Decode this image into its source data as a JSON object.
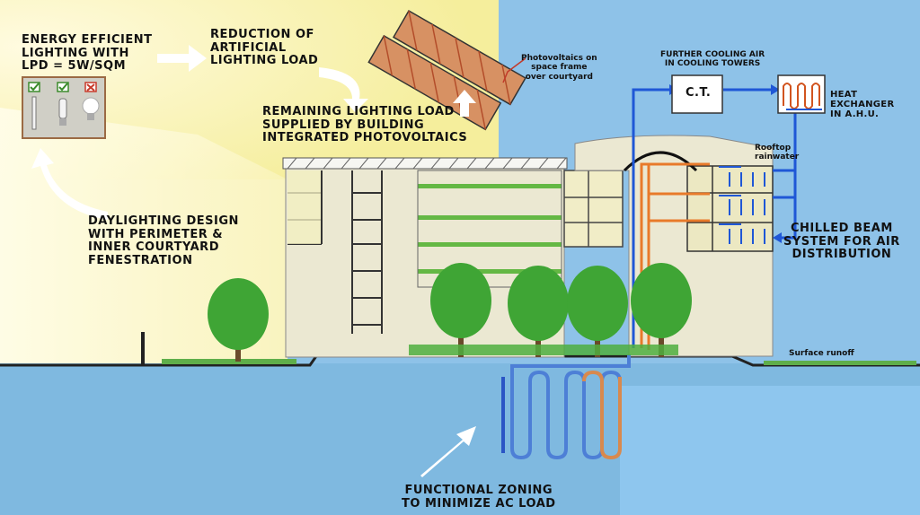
{
  "labels": {
    "energy_efficient": "ENERGY EFFICIENT\nLIGHTING WITH\nLPD = 5W/SQM",
    "reduction": "REDUCTION OF\nARTIFICIAL\nLIGHTING LOAD",
    "photovoltaics_frame": "Photovoltaics on\nspace frame\nover courtyard",
    "remaining_lighting": "REMAINING LIGHTING LOAD\nSUPPLIED BY BUILDING\nINTEGRATED PHOTOVOLTAICS",
    "further_cooling": "FURTHER COOLING AIR\nIN COOLING TOWERS",
    "ct": "C.T.",
    "heat_exchanger": "HEAT\nEXCHANGER\nIN A.H.U.",
    "rooftop_rainwater": "Rooftop\nrainwater",
    "chilled_beam": "CHILLED BEAM\nSYSTEM FOR AIR\nDISTRIBUTION",
    "daylighting": "DAYLIGHTING DESIGN\nWITH PERIMETER &\nINNER COURTYARD\nFENESTRATION",
    "surface_runoff": "Surface runoff",
    "functional_zoning": "FUNCTIONAL ZONING\nTO MINIMIZE AC LOAD"
  },
  "colors": {
    "sky_yellow": "#f7f0a8",
    "sky_blue": "#8ec2e8",
    "ground_blue": "#7fb9e0",
    "building": "#e9e6d0",
    "tree": "#3fa535",
    "cool_pipe": "#1f57d6",
    "warm_pipe": "#e87a2a"
  },
  "icons": [
    "check-icon",
    "check-icon",
    "cross-icon"
  ]
}
